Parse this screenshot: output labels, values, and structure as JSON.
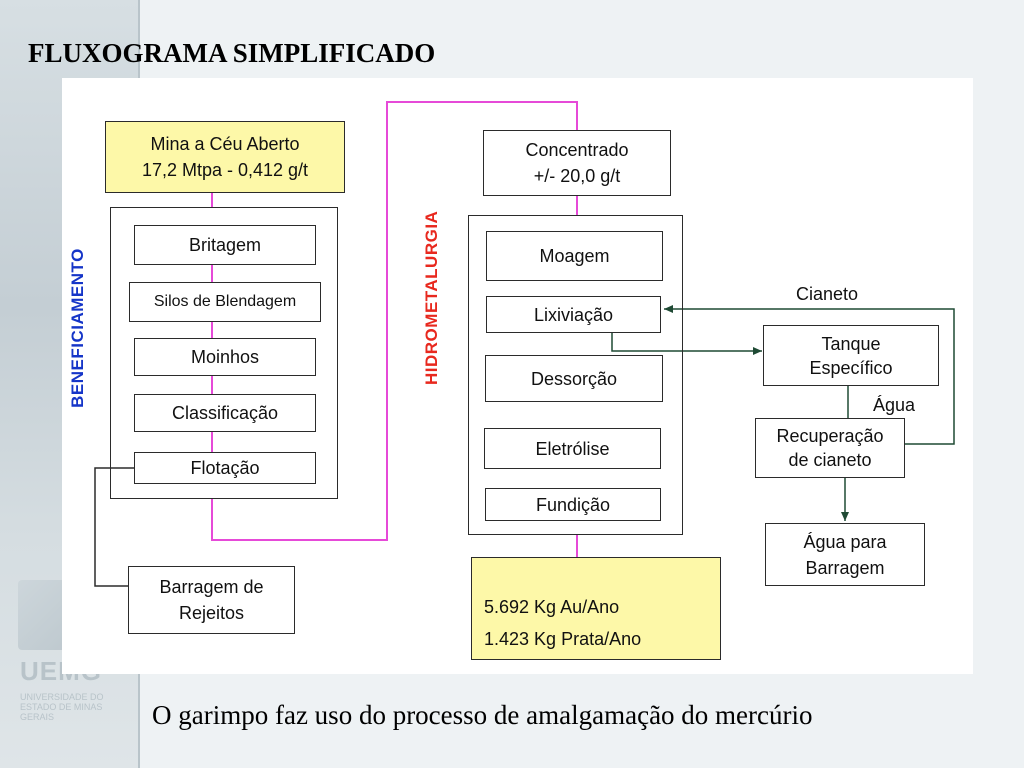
{
  "title": "FLUXOGRAMA SIMPLIFICADO",
  "caption": "O garimpo faz uso do processo de amalgamação do mercúrio",
  "logo": {
    "text": "UEMG",
    "subtitle": "UNIVERSIDADE DO ESTADO DE MINAS GERAIS"
  },
  "colors": {
    "highlight_fill": "#fdf8a8",
    "beneficiamento_label": "#1535c8",
    "hidrometalurgia_label": "#e8281e",
    "connector_magenta": "#e64ad8",
    "connector_green": "#1f4a34"
  },
  "diagram": {
    "mine": {
      "line1": "Mina a Céu Aberto",
      "line2": "17,2 Mtpa - 0,412 g/t"
    },
    "beneficiamento": {
      "label": "BENEFICIAMENTO",
      "steps": [
        "Britagem",
        "Silos de Blendagem",
        "Moinhos",
        "Classificação",
        "Flotação"
      ]
    },
    "tailings_dam": {
      "line1": "Barragem de",
      "line2": "Rejeitos"
    },
    "concentrate": {
      "line1": "Concentrado",
      "line2": "+/- 20,0 g/t"
    },
    "hidrometalurgia": {
      "label": "HIDROMETALURGIA",
      "steps": [
        "Moagem",
        "Lixiviação",
        "Dessorção",
        "Eletrólise",
        "Fundição"
      ]
    },
    "output": {
      "gold": "5.692 Kg Au/Ano",
      "silver": "1.423 Kg Prata/Ano"
    },
    "cyanide_label": "Cianeto",
    "water_label": "Água",
    "tank": {
      "line1": "Tanque",
      "line2": "Específico"
    },
    "recovery": {
      "line1": "Recuperação",
      "line2": "de cianeto"
    },
    "water_to_dam": {
      "line1": "Água para",
      "line2": "Barragem"
    }
  }
}
